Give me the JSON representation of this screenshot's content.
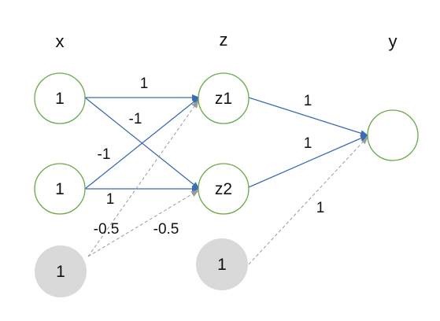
{
  "columns": {
    "x": "x",
    "z": "z",
    "y": "y"
  },
  "colors": {
    "node_outline": "#6aaa46",
    "bias_fill": "#d9d9d9",
    "edge": "#3c6cb4",
    "bias_edge": "#9a9a9a"
  },
  "nodes": {
    "x1": "1",
    "x2": "1",
    "x_bias": "1",
    "z1": "z1",
    "z2": "z2",
    "z_bias": "1",
    "y_out": ""
  },
  "weights": {
    "x1_z1": "1",
    "x1_z2": "-1",
    "x2_z1": "-1",
    "x2_z2": "1",
    "b_z1": "-0.5",
    "b_z2": "-0.5",
    "z1_y": "1",
    "z2_y": "1",
    "bz_y": "1"
  }
}
